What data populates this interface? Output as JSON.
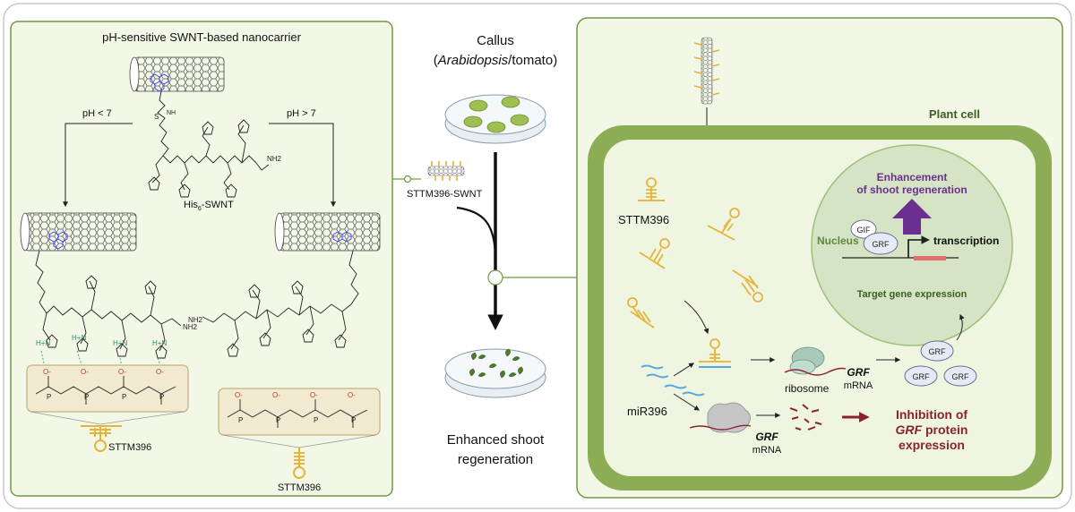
{
  "left_panel": {
    "title": "pH-sensitive SWNT-based nanocarrier",
    "ph_low": "pH < 7",
    "ph_high": "pH > 7",
    "his_label_main": "His",
    "his_label_sub": "6",
    "his_label_tail": "-SWNT",
    "sttm_label_left": "STTM396",
    "sttm_label_right": "STTM396",
    "atom_labels": [
      "N",
      "H",
      "O",
      "S",
      "NH",
      "NH2",
      "HN",
      "H+N",
      "P",
      "O-"
    ]
  },
  "middle": {
    "callus_line1": "Callus",
    "callus_line2_open": "(",
    "callus_line2_italic": "Arabidopsis",
    "callus_line2_rest": "/tomato)",
    "nanocarrier_label": "STTM396-SWNT",
    "result_line1": "Enhanced shoot",
    "result_line2": "regeneration"
  },
  "right_panel": {
    "cell_title": "Plant cell",
    "sttm_label": "STTM396",
    "mir_label": "miR396",
    "ribosome_label": "ribosome",
    "grf_italic": "GRF",
    "mrna_label": "mRNA",
    "grf_italic_2": "GRF",
    "mrna_label_2": "mRNA",
    "nucleus_label": "Nucleus",
    "enhancement_line1": "Enhancement",
    "enhancement_line2": "of shoot regeneration",
    "gif_label": "GIF",
    "grf_label": "GRF",
    "transcription_label": "transcription",
    "target_label": "Target gene expression",
    "grf_protein_labels": [
      "GRF",
      "GRF",
      "GRF"
    ],
    "inhibition_line1": "Inhibition of",
    "inhibition_line2_italic": "GRF",
    "inhibition_line2_rest": " protein",
    "inhibition_line3": "expression"
  },
  "colors": {
    "panel_border": "#6e9a40",
    "left_panel_fill": "#f2f7e6",
    "cell_wall": "#8cad55",
    "cell_inner": "#eef5e1",
    "nucleus_fill": "#d4e4c5",
    "enhancement_text": "#6a2f8f",
    "arrow_purple": "#6a2f8f",
    "inhibition_text": "#8b2230",
    "rna_yellow": "#e8b33a",
    "mir_blue": "#5aa9dc",
    "histidine_green": "#2f8a6a",
    "phosphate_box": "#f2ead0",
    "gene_bar": "#e07070",
    "nucleus_text": "#5c8a3a"
  }
}
